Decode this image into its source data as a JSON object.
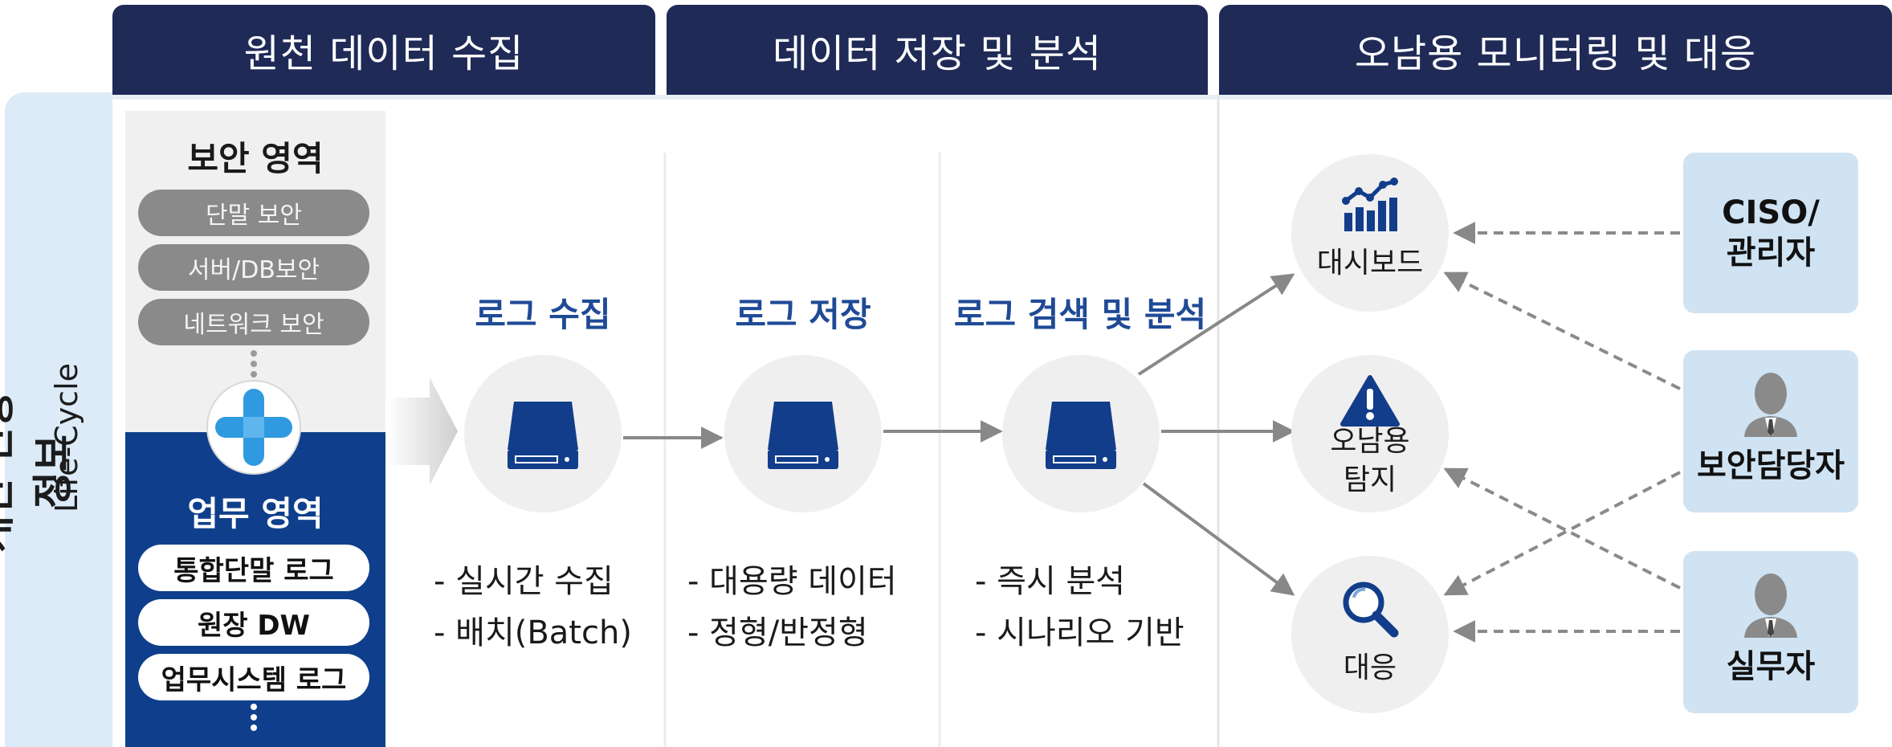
{
  "headers": [
    "원천 데이터 수집",
    "데이터 저장 및 분석",
    "오남용 모니터링 및 대응"
  ],
  "sidebar": {
    "title": "개인 신용 정보",
    "subtitle": "Life-Cycle"
  },
  "security_area": {
    "title": "보안 영역",
    "items": [
      "단말 보안",
      "서버/DB보안",
      "네트워크 보안"
    ]
  },
  "business_area": {
    "title": "업무 영역",
    "items": [
      "통합단말 로그",
      "원장 DW",
      "업무시스템 로그"
    ]
  },
  "stages": [
    {
      "title": "로그 수집",
      "details": [
        "- 실시간 수집",
        "- 배치(Batch)"
      ]
    },
    {
      "title": "로그 저장",
      "details": [
        "- 대용량 데이터",
        "- 정형/반정형"
      ]
    },
    {
      "title": "로그 검색 및 분석",
      "details": [
        "- 즉시 분석",
        "- 시나리오 기반"
      ]
    }
  ],
  "outputs": [
    {
      "label": "대시보드",
      "icon": "bar-chart-trend-icon"
    },
    {
      "label": "오남용\n탐지",
      "line1": "오남용",
      "line2": "탐지",
      "icon": "warning-icon"
    },
    {
      "label": "대응",
      "icon": "magnifier-icon"
    }
  ],
  "roles": [
    {
      "label": "CISO/\n관리자",
      "line1": "CISO/",
      "line2": "관리자"
    },
    {
      "label": "보안담당자",
      "icon": "person-icon"
    },
    {
      "label": "실무자",
      "icon": "person-icon"
    }
  ],
  "colors": {
    "header_bg": "#1f2a57",
    "business_bg": "#0f3f8c",
    "security_bg": "#f0f0f0",
    "stage_title": "#1f4a96",
    "role_box": "#cfe3f3",
    "sidebar_bg": "#dcebf7",
    "arrow": "#8a8a8a"
  }
}
